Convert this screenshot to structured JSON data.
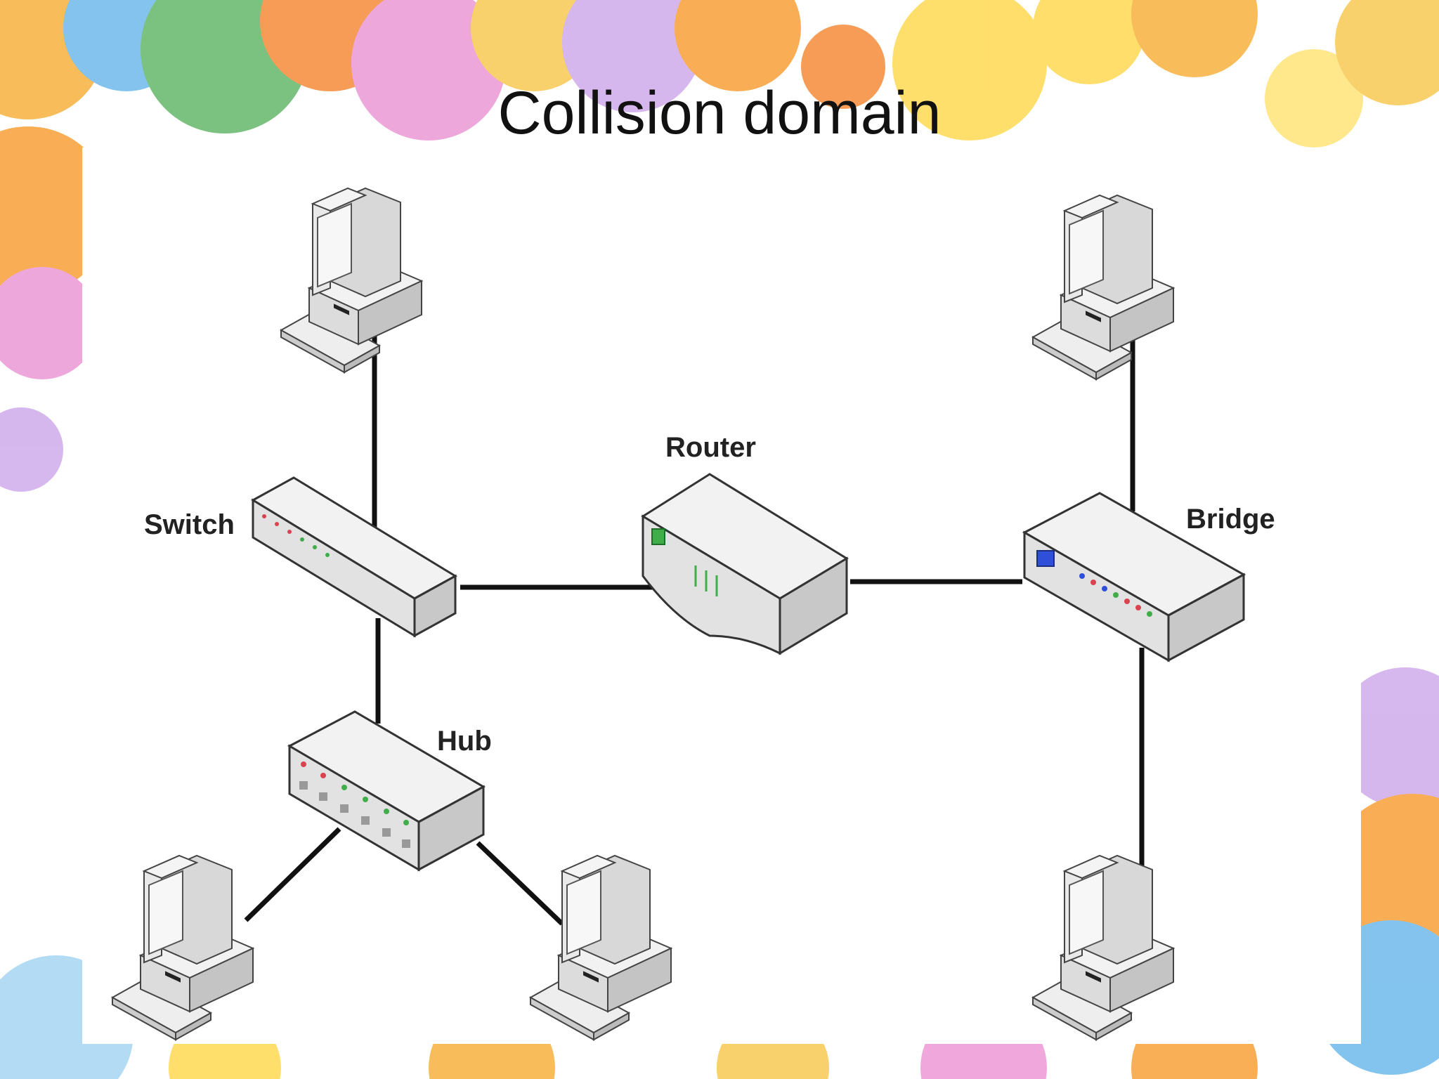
{
  "slide": {
    "title": "Collision domain"
  },
  "diagram": {
    "labels": {
      "switch": "Switch",
      "router": "Router",
      "bridge": "Bridge",
      "hub": "Hub"
    }
  },
  "colors": {
    "wire": "#111111",
    "device_top": "#f3f3f3",
    "device_side": "#d6d6d6",
    "accent_led_green": "#3fae49",
    "accent_led_red": "#d9434f",
    "accent_blue": "#2f4fd8"
  }
}
